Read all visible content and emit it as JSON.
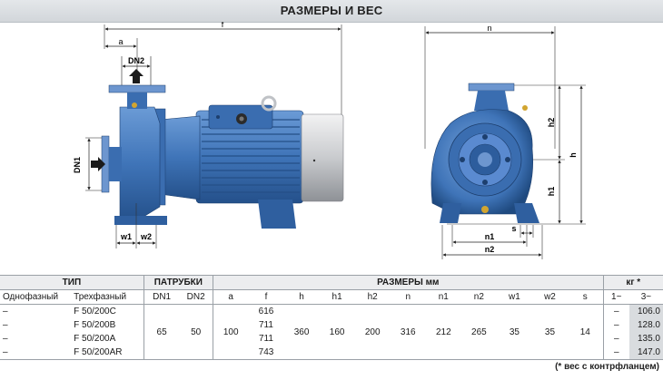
{
  "header": {
    "title": "РАЗМЕРЫ И ВЕС"
  },
  "diagram": {
    "side": {
      "a": "a",
      "f": "f",
      "dn2": "DN2",
      "dn1": "DN1",
      "w1": "w1",
      "w2": "w2"
    },
    "front": {
      "n": "n",
      "h": "h",
      "h1": "h1",
      "h2": "h2",
      "n1": "n1",
      "n2": "n2",
      "s": "s"
    }
  },
  "table": {
    "group_headers": {
      "type": "ТИП",
      "ports": "ПАТРУБКИ",
      "dims": "РАЗМЕРЫ мм",
      "weight": "кг *"
    },
    "sub_headers": {
      "single_phase": "Однофазный",
      "three_phase": "Трехфазный",
      "dn1": "DN1",
      "dn2": "DN2",
      "a": "a",
      "f": "f",
      "h": "h",
      "h1": "h1",
      "h2": "h2",
      "n": "n",
      "n1": "n1",
      "n2": "n2",
      "w1": "w1",
      "w2": "w2",
      "s": "s",
      "w_single": "1~",
      "w_three": "3~"
    },
    "rows": [
      {
        "single": "–",
        "three": "F 50/200C",
        "f": "616",
        "w1ph": "–",
        "w3ph": "106.0"
      },
      {
        "single": "–",
        "three": "F 50/200B",
        "f": "711",
        "w1ph": "–",
        "w3ph": "128.0"
      },
      {
        "single": "–",
        "three": "F 50/200A",
        "f": "711",
        "w1ph": "–",
        "w3ph": "135.0"
      },
      {
        "single": "–",
        "three": "F 50/200AR",
        "f": "743",
        "w1ph": "–",
        "w3ph": "147.0"
      }
    ],
    "common": {
      "dn1": "65",
      "dn2": "50",
      "a": "100",
      "h": "360",
      "h1": "160",
      "h2": "200",
      "n": "316",
      "n1": "212",
      "n2": "265",
      "w1": "35",
      "w2": "35",
      "s": "14"
    }
  },
  "footnote": "(* вес с контрфланцем)",
  "colors": {
    "pump_blue": "#3f74b8",
    "pump_dark": "#24508a",
    "motor_grey": "#c9cbce",
    "banner": "#d2d6da"
  }
}
